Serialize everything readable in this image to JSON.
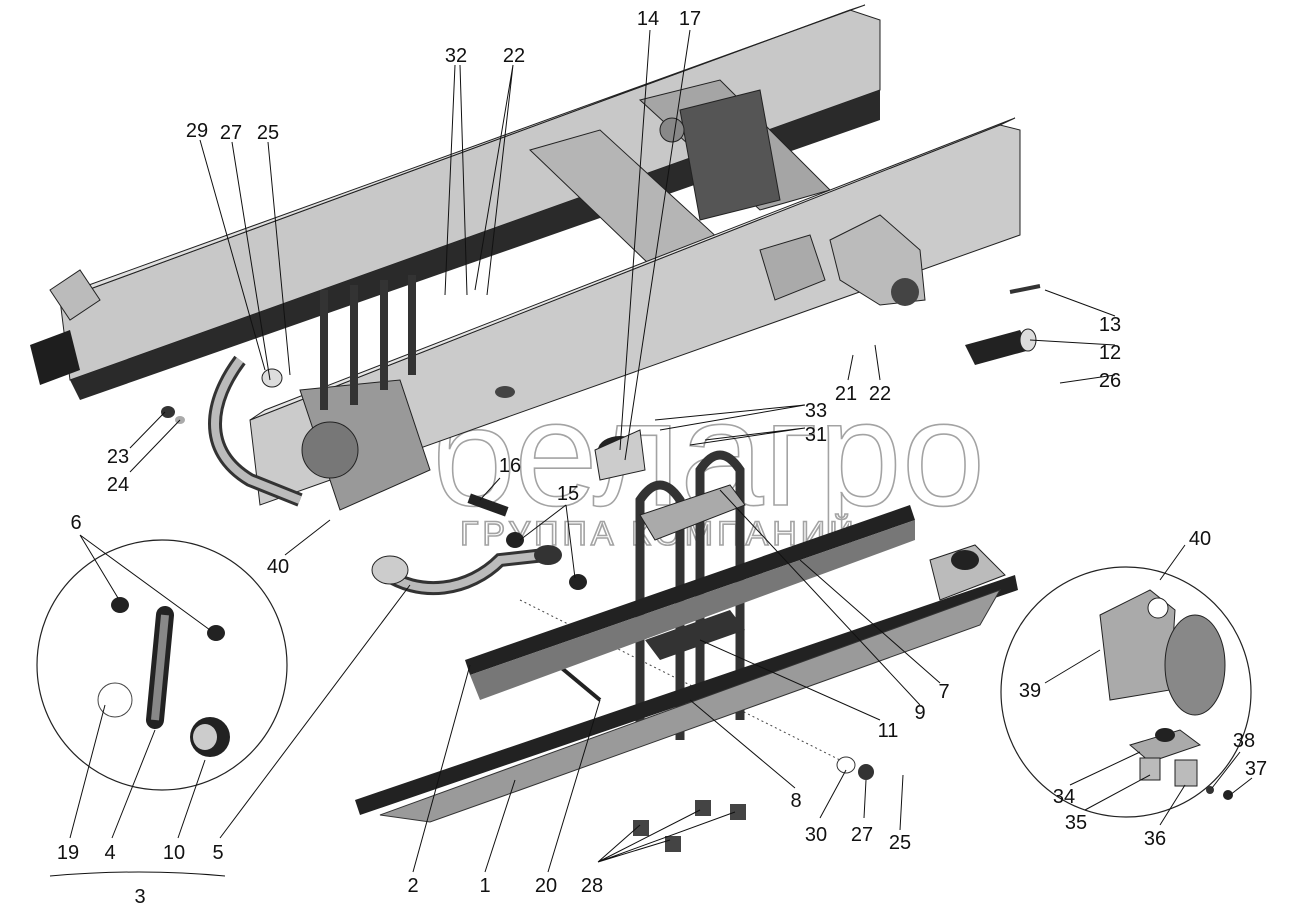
{
  "watermark": {
    "brand": "белагро",
    "subtitle": "ГРУППА КОМПАНИЙ"
  },
  "colors": {
    "part": "#c8c8c8",
    "part_dark": "#4a4a4a",
    "part_black": "#1e1e1e",
    "lines": "#111111"
  },
  "callouts": {
    "c14": "14",
    "c17": "17",
    "c32": "32",
    "c22a": "22",
    "c29": "29",
    "c27a": "27",
    "c25a": "25",
    "c13": "13",
    "c12": "12",
    "c21": "21",
    "c22b": "22",
    "c26": "26",
    "c33": "33",
    "c31": "31",
    "c23": "23",
    "c24": "24",
    "c16": "16",
    "c15": "15",
    "c6": "6",
    "c40a": "40",
    "c40b": "40",
    "c39": "39",
    "c7": "7",
    "c9": "9",
    "c11": "11",
    "c2": "2",
    "c1": "1",
    "c20": "20",
    "c28": "28",
    "c8": "8",
    "c30": "30",
    "c27b": "27",
    "c25b": "25",
    "c34": "34",
    "c35": "35",
    "c36": "36",
    "c38": "38",
    "c37": "37",
    "c19": "19",
    "c4": "4",
    "c10": "10",
    "c5": "5",
    "c3": "3"
  }
}
